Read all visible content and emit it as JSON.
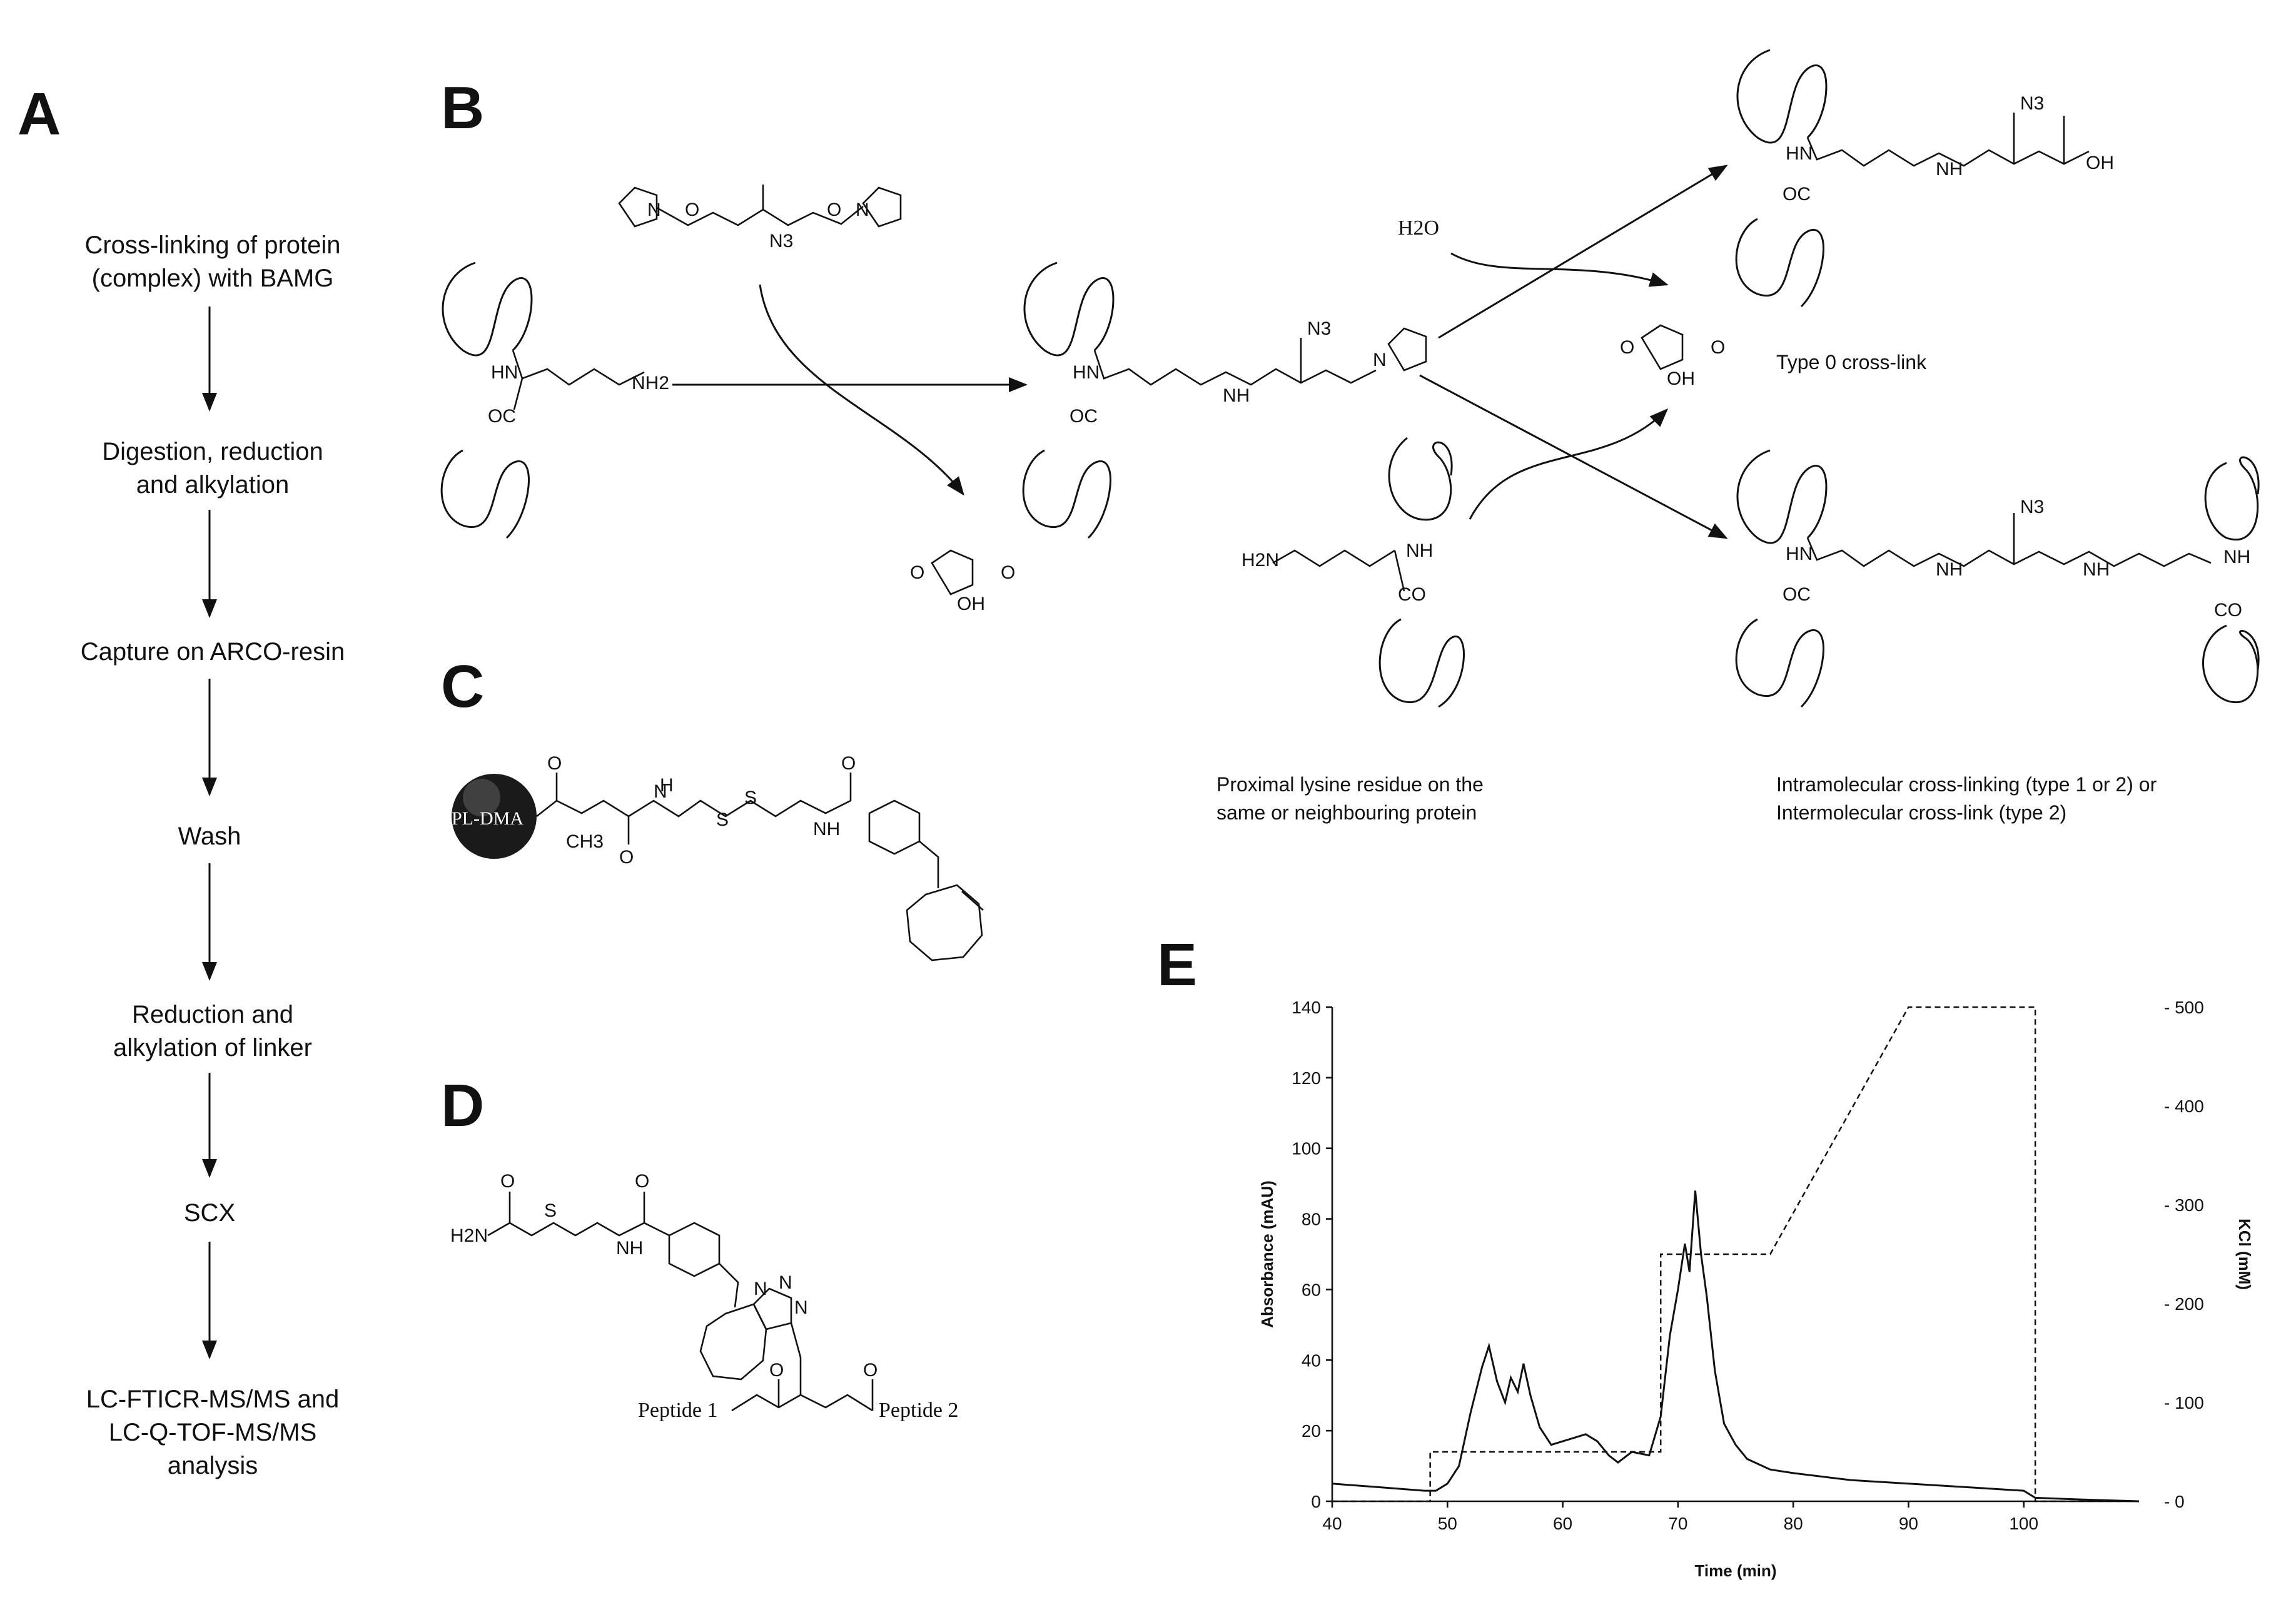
{
  "panels": {
    "a": "A",
    "b": "B",
    "c": "C",
    "d": "D",
    "e": "E"
  },
  "workflow": {
    "steps": [
      [
        "Cross-linking of protein",
        "(complex) with BAMG"
      ],
      [
        "Digestion, reduction",
        "and alkylation"
      ],
      [
        "Capture on ARCO-resin"
      ],
      [
        "Wash"
      ],
      [
        "Reduction and",
        "alkylation of linker"
      ],
      [
        "SCX"
      ],
      [
        "LC-FTICR-MS/MS and",
        "LC-Q-TOF-MS/MS",
        "analysis"
      ]
    ]
  },
  "scheme": {
    "n3": "N3",
    "nh2": "NH2",
    "hn": "HN",
    "oc": "OC",
    "co": "CO",
    "nh": "NH",
    "n": "N",
    "o": "O",
    "oh": "OH",
    "h2n": "H2N",
    "h2o": "H2O",
    "type0": "Type 0 cross-link",
    "proximal_caption": [
      "Proximal lysine residue on the",
      "same or neighbouring protein"
    ],
    "intra_caption": [
      "Intramolecular cross-linking (type 1 or 2) or",
      "Intermolecular cross-link (type 2)"
    ]
  },
  "resin": {
    "bead_label": "PL-DMA",
    "ch3": "CH3",
    "s": "S",
    "h": "H"
  },
  "product": {
    "peptide1": "Peptide 1",
    "peptide2": "Peptide 2",
    "triazole_n": "N"
  },
  "chart_data": {
    "type": "line",
    "xlabel": "Time (min)",
    "ylabel": "Absorbance (mAU)",
    "y2label": "KCl (mM)",
    "xlim": [
      40,
      110
    ],
    "ylim": [
      0,
      140
    ],
    "y2lim": [
      0,
      500
    ],
    "x_ticks": [
      40,
      50,
      60,
      70,
      80,
      90,
      100
    ],
    "y_ticks": [
      0,
      20,
      40,
      60,
      80,
      100,
      120,
      140
    ],
    "y2_ticks": [
      0,
      100,
      200,
      300,
      400,
      500
    ],
    "series": [
      {
        "axis": "left",
        "style": "solid",
        "x": [
          40,
          44,
          48,
          49,
          50,
          51,
          52,
          53,
          53.6,
          54.3,
          55,
          55.5,
          56.1,
          56.6,
          57.2,
          58,
          59,
          60,
          61,
          62,
          63,
          64,
          64.8,
          66,
          67.5,
          68.5,
          69.3,
          70,
          70.6,
          71,
          71.5,
          72,
          72.5,
          73.2,
          74,
          75,
          76,
          78,
          80,
          85,
          90,
          95,
          100,
          101,
          105,
          110
        ],
        "y": [
          5,
          4,
          3,
          3,
          5,
          10,
          25,
          38,
          44,
          34,
          28,
          35,
          31,
          39,
          30,
          21,
          16,
          17,
          18,
          19,
          17,
          13,
          11,
          14,
          13,
          24,
          47,
          60,
          73,
          65,
          88,
          70,
          58,
          37,
          22,
          16,
          12,
          9,
          8,
          6,
          5,
          4,
          3,
          1,
          0.5,
          0
        ]
      },
      {
        "axis": "right",
        "style": "dashed",
        "x": [
          40,
          48.5,
          48.5,
          68.5,
          68.5,
          78,
          90,
          101,
          101,
          110
        ],
        "y": [
          0,
          0,
          50,
          50,
          250,
          250,
          500,
          500,
          0,
          0
        ]
      }
    ]
  }
}
